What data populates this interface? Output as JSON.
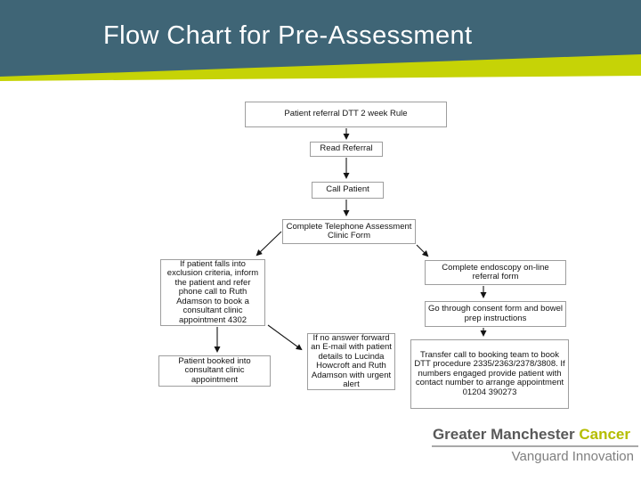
{
  "header": {
    "title": "Flow Chart for Pre-Assessment"
  },
  "flowchart": {
    "nodes": [
      {
        "id": "referral",
        "text": "Patient referral DTT 2 week Rule"
      },
      {
        "id": "read",
        "text": "Read Referral"
      },
      {
        "id": "call",
        "text": "Call Patient"
      },
      {
        "id": "telephone_form",
        "text": "Complete Telephone Assessment Clinic Form"
      },
      {
        "id": "exclusion",
        "text": "If patient falls into exclusion criteria, inform the patient and refer phone call to Ruth Adamson to book a consultant clinic appointment 4302"
      },
      {
        "id": "booked",
        "text": "Patient booked into consultant clinic appointment"
      },
      {
        "id": "no_answer",
        "text": "If no answer forward an E-mail with patient details to Lucinda Howcroft and Ruth Adamson with urgent alert"
      },
      {
        "id": "endoscopy",
        "text": "Complete endoscopy on-line referral form"
      },
      {
        "id": "consent",
        "text": "Go through consent form and bowel prep instructions"
      },
      {
        "id": "transfer",
        "text": "Transfer call to booking team to book DTT procedure 2335/2363/2378/3808. If numbers engaged provide patient with contact number to arrange appointment 01204 390273"
      }
    ],
    "edges": [
      {
        "from": "referral",
        "to": "read"
      },
      {
        "from": "read",
        "to": "call"
      },
      {
        "from": "call",
        "to": "telephone_form"
      },
      {
        "from": "telephone_form",
        "to": "exclusion"
      },
      {
        "from": "telephone_form",
        "to": "endoscopy"
      },
      {
        "from": "exclusion",
        "to": "booked"
      },
      {
        "from": "exclusion",
        "to": "no_answer"
      },
      {
        "from": "endoscopy",
        "to": "consent"
      },
      {
        "from": "consent",
        "to": "transfer"
      }
    ]
  },
  "footer": {
    "brand_primary": "Greater Manchester",
    "brand_accent": "Cancer",
    "tagline": "Vanguard Innovation"
  },
  "colors": {
    "header_teal": "#3f6576",
    "accent_lime": "#c6d306",
    "brand_gray": "#595959",
    "brand_accent_green": "#b5bd00",
    "tagline_gray": "#7f7f7f",
    "node_border": "#9e9e9e"
  }
}
